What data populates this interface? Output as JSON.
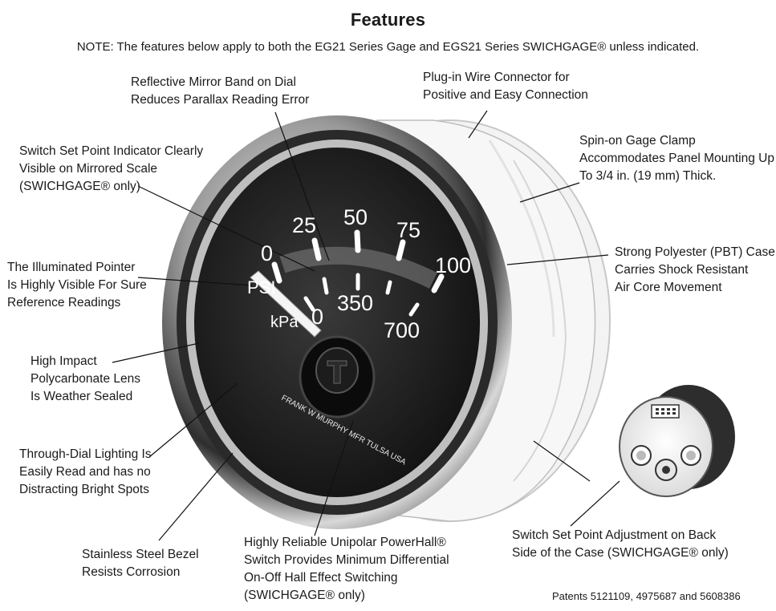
{
  "title": "Features",
  "note": "NOTE: The features below apply to both the EG21 Series Gage and EGS21 Series SWICHGAGE® unless indicated.",
  "callouts": [
    {
      "id": "mirror-band",
      "lines": [
        "Reflective Mirror Band on Dial",
        "Reduces Parallax Reading Error"
      ]
    },
    {
      "id": "wire-connector",
      "lines": [
        "Plug-in Wire Connector for",
        "Positive and Easy Connection"
      ]
    },
    {
      "id": "set-point-indicator",
      "lines": [
        "Switch Set Point Indicator Clearly",
        "Visible on Mirrored Scale",
        "(SWICHGAGE® only)"
      ]
    },
    {
      "id": "gage-clamp",
      "lines": [
        "Spin-on Gage Clamp",
        "Accommodates Panel Mounting Up",
        "To 3/4 in. (19 mm) Thick."
      ]
    },
    {
      "id": "illuminated-pointer",
      "lines": [
        "The Illuminated Pointer",
        "Is Highly Visible For Sure",
        "Reference Readings"
      ]
    },
    {
      "id": "pbt-case",
      "lines": [
        "Strong Polyester (PBT) Case",
        "Carries Shock Resistant",
        "Air Core Movement"
      ]
    },
    {
      "id": "polycarbonate-lens",
      "lines": [
        "High Impact",
        "Polycarbonate Lens",
        "Is Weather Sealed"
      ]
    },
    {
      "id": "dial-lighting",
      "lines": [
        "Through-Dial Lighting Is",
        "Easily Read and has no",
        "Distracting Bright Spots"
      ]
    },
    {
      "id": "stainless-bezel",
      "lines": [
        "Stainless Steel Bezel",
        "Resists Corrosion"
      ]
    },
    {
      "id": "powerhall-switch",
      "lines": [
        "Highly Reliable Unipolar PowerHall®",
        "Switch Provides Minimum Differential",
        "On-Off Hall Effect Switching",
        "(SWICHGAGE® only)"
      ]
    },
    {
      "id": "set-point-adjustment",
      "lines": [
        "Switch Set Point Adjustment on Back",
        "Side of the Case (SWICHGAGE® only)"
      ]
    }
  ],
  "dial": {
    "outer_scale": [
      "0",
      "25",
      "50",
      "75",
      "100"
    ],
    "inner_scale": [
      "0",
      "350",
      "700"
    ],
    "unit_psi": "PSI",
    "unit_kpa": "kPa",
    "maker_text": "FRANK W MURPHY MFR  TULSA USA"
  },
  "patents": "Patents 5121109, 4975687 and 5608386"
}
